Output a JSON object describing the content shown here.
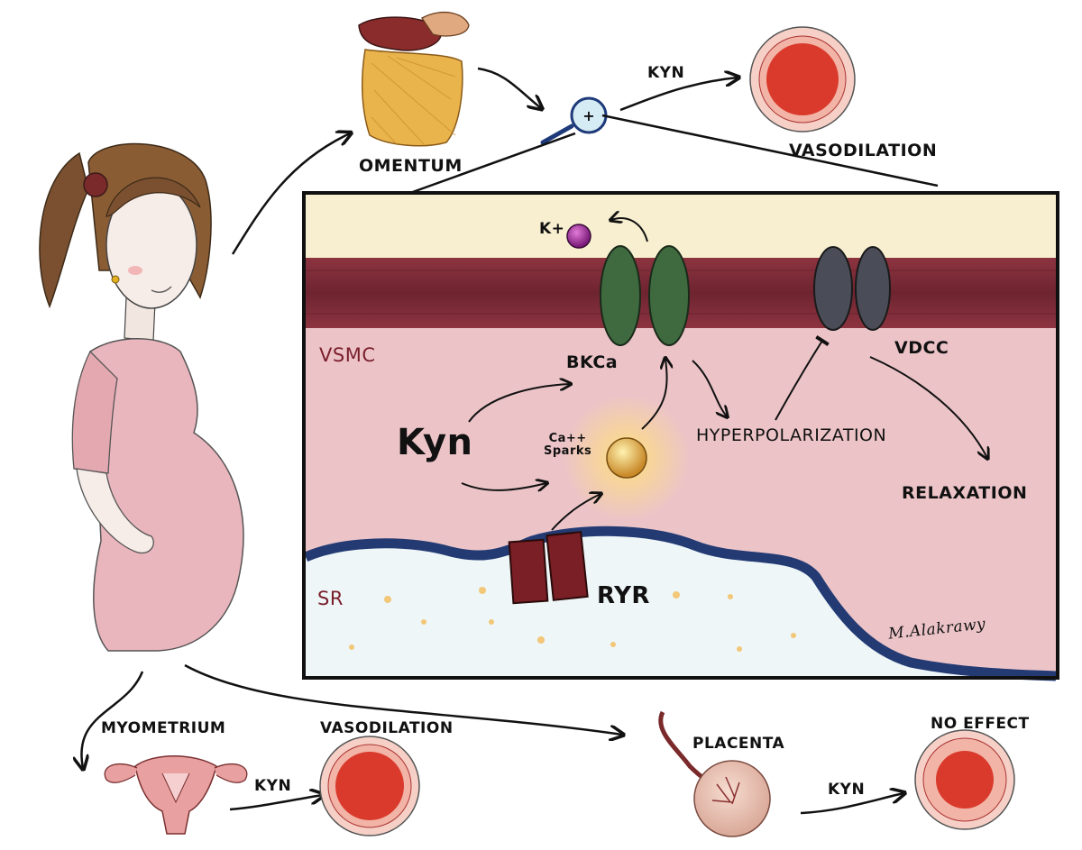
{
  "labels": {
    "omentum": "OMENTUM",
    "vasodilation_top": "VASODILATION",
    "kyn_top": "KYN",
    "kplus": "K+",
    "vsmc": "VSMC",
    "bkca": "BKCa",
    "vdcc": "VDCC",
    "kyn_main": "Kyn",
    "ca_sparks_line1": "Ca++",
    "ca_sparks_line2": "Sparks",
    "hyperpolarization": "HYPERPOLARIZATION",
    "relaxation": "RELAXATION",
    "sr": "SR",
    "ryr": "RYR",
    "signature": "M.Alakrawy",
    "myometrium": "MYOMETRIUM",
    "vasodilation_bottom": "VASODILATION",
    "kyn_bottom_left": "KYN",
    "placenta": "PLACENTA",
    "no_effect": "NO EFFECT",
    "kyn_bottom_right": "KYN"
  },
  "colors": {
    "membrane": "#7a2a35",
    "cytoplasm": "#ecc4c8",
    "extracellular": "#f7efcf",
    "sr_lumen": "#eef6f8",
    "sr_border": "#233a73",
    "bkca_channel": "#3f6a3f",
    "vdcc_channel": "#4a4d57",
    "ryr_channel": "#7a1f25",
    "vessel_lumen": "#d93a2c",
    "vessel_wall": "#f2b4a6",
    "dress": "#eab6bd",
    "hair": "#7a5030"
  }
}
